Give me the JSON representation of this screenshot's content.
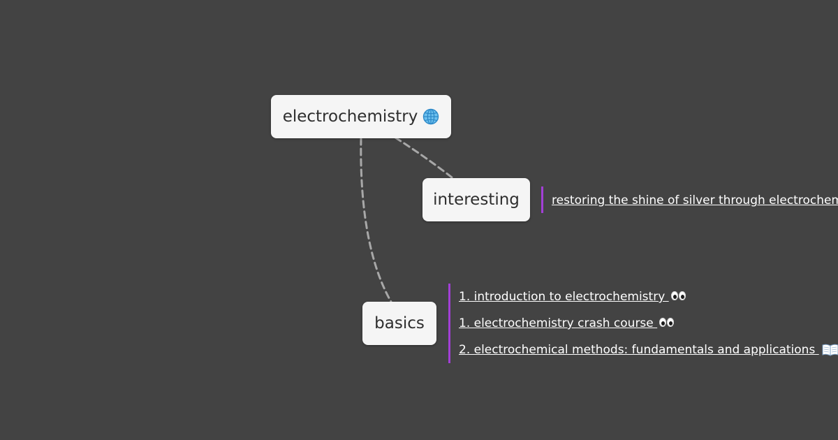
{
  "mindmap": {
    "root": {
      "label": "electrochemistry",
      "icon": "globe-icon"
    },
    "branches": [
      {
        "label": "interesting",
        "links": [
          {
            "text": "restoring the shine of silver through electrochemistry"
          }
        ]
      },
      {
        "label": "basics",
        "links": [
          {
            "text": "1. introduction to electrochemistry ",
            "icon": "eyes-icon"
          },
          {
            "text": "1. electrochemistry crash course ",
            "icon": "eyes-icon"
          },
          {
            "text": "2. electrochemical methods: fundamentals and applications ",
            "icon": "book-icon"
          }
        ]
      }
    ]
  },
  "colors": {
    "background": "#434343",
    "node_fill": "#f5f5f5",
    "node_text": "#2e2e2e",
    "accent_bar": "#a23fd6",
    "connector": "#a8a8a8",
    "link_text": "#ffffff"
  }
}
